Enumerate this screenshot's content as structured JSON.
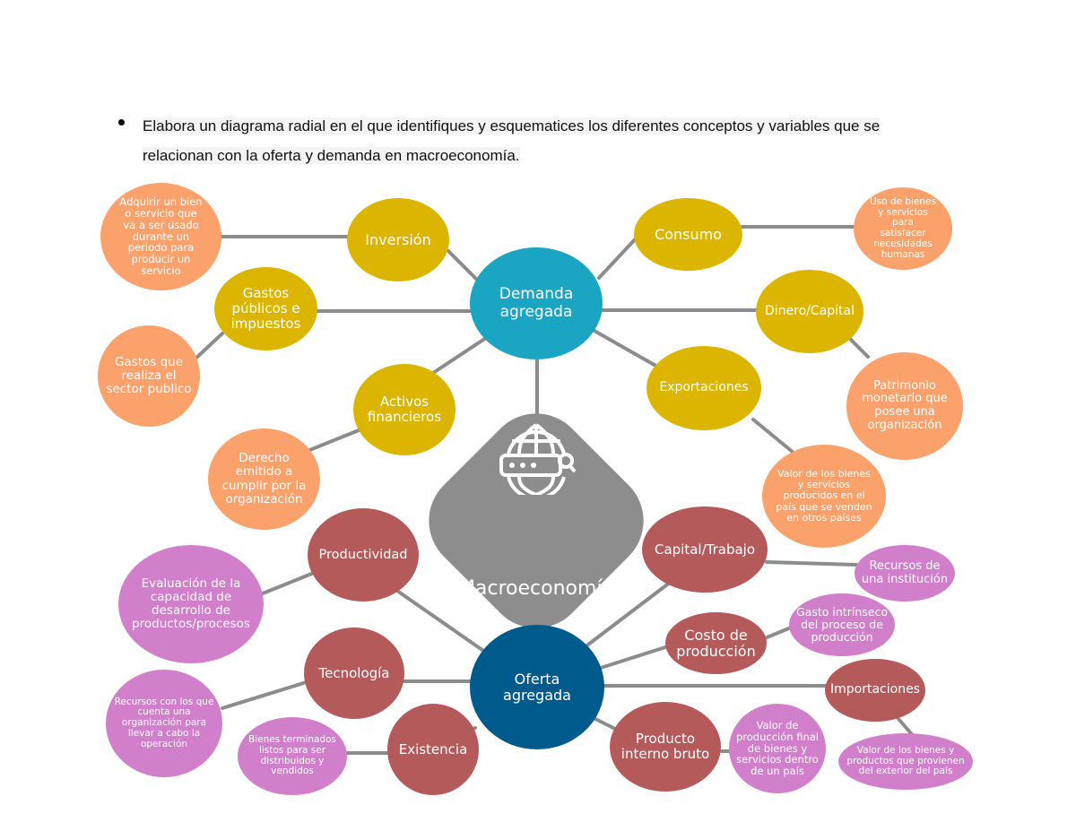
{
  "instruction": {
    "line1": "Elabora un diagrama radial en el que identifiques y esquematices los diferentes conceptos y variables que se",
    "line2": "relacionan con la oferta y demanda en macroeconomía."
  },
  "colors": {
    "teal_hub": "#1aa6c2",
    "blue_hub": "#005a8c",
    "gray_hub": "#8d8d8d",
    "yellow": "#dcb500",
    "orange": "#fba26c",
    "maroon": "#b45a5a",
    "pink": "#d17fcb",
    "connector": "#8c8c8c"
  },
  "diagram": {
    "center": {
      "label": "Macroeconomía",
      "icon": "globe-search-icon"
    },
    "demand_hub": {
      "label": "Demanda agregada"
    },
    "supply_hub": {
      "label": "Oferta agregada"
    },
    "demand_concepts": {
      "inversion": "Inversión",
      "consumo": "Consumo",
      "gastos_publicos": "Gastos públicos e impuestos",
      "dinero_capital": "Dinero/Capital",
      "activos_financieros": "Activos financieros",
      "exportaciones": "Exportaciones"
    },
    "demand_definitions": {
      "inversion": "Adquirir un bien o servicio que va a ser usado durante un periodo para producir un servicio",
      "consumo": "Uso de bienes y servicios para satisfacer necesidades humanas",
      "gastos_publicos": "Gastos que realiza el sector publico",
      "dinero_capital": "Patrimonio monetario que posee una organización",
      "activos_financieros": "Derecho emitido a cumplir por la organización",
      "exportaciones": "Valor de los bienes y servicios producidos en el país que se venden en otros países"
    },
    "supply_concepts": {
      "productividad": "Productividad",
      "capital_trabajo": "Capital/Trabajo",
      "tecnologia": "Tecnología",
      "costo_produccion": "Costo de producción",
      "importaciones": "Importaciones",
      "existencia": "Existencia",
      "pib": "Producto interno bruto"
    },
    "supply_definitions": {
      "productividad": "Evaluación de la capacidad de desarrollo de productos/procesos",
      "capital_trabajo": "Recursos de una institución",
      "tecnologia": "Recursos con los que cuenta una organización para llevar a cabo la operación",
      "costo_produccion": "Gasto intrínseco del proceso de producción",
      "importaciones": "Valor de los bienes y productos que provienen del exterior del país",
      "existencia": "Bienes terminados listos para ser distribuidos y vendidos",
      "pib": "Valor de producción final de bienes y servicios dentro de un país"
    }
  }
}
